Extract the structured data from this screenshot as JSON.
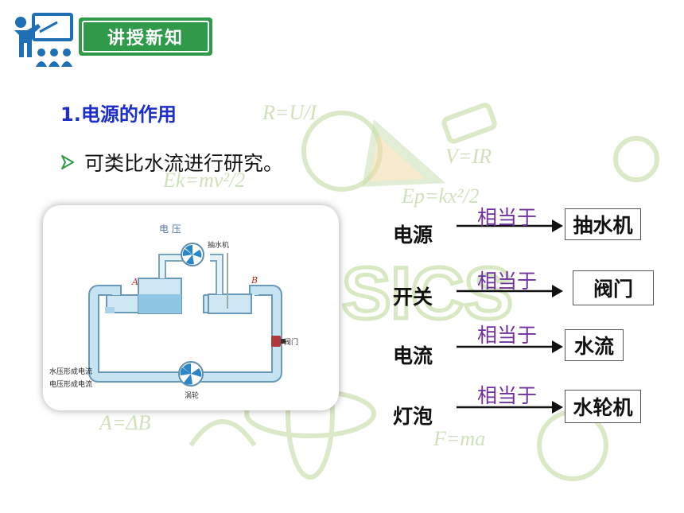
{
  "header": {
    "badge_label": "讲授新知"
  },
  "section": {
    "title": "1.电源的作用"
  },
  "bullet": {
    "text": "可类比水流进行研究。"
  },
  "diagram": {
    "title": "电  压",
    "label_a": "A",
    "label_b": "B",
    "pump_label": "抽水机",
    "valve_label": "阀门",
    "turbine_label": "涡轮",
    "caption_line1": "水压形成电流",
    "caption_line2": "电压形成电流"
  },
  "analogies": [
    {
      "term": "电源",
      "relation": "相当于",
      "equivalent": "抽水机"
    },
    {
      "term": "开关",
      "relation": "相当于",
      "equivalent": "阀门"
    },
    {
      "term": "电流",
      "relation": "相当于",
      "equivalent": "水流"
    },
    {
      "term": "灯泡",
      "relation": "相当于",
      "equivalent": "水轮机"
    }
  ],
  "background_watermarks": [
    "R=U/I",
    "V=IR",
    "Ep=kx²/2",
    "Ek=mv²/2",
    "F=ma",
    "A=ΔB",
    "SICS"
  ],
  "colors": {
    "banner_green": "#2f9a4a",
    "title_blue": "#1d2ec9",
    "relation_purple": "#7030a0",
    "watermark_green": "#c9dfb2"
  },
  "icons": [
    "teacher-presentation-icon",
    "bullet-arrow-icon",
    "pump-fan-icon",
    "turbine-fan-icon",
    "valve-icon",
    "right-arrow-icon"
  ]
}
